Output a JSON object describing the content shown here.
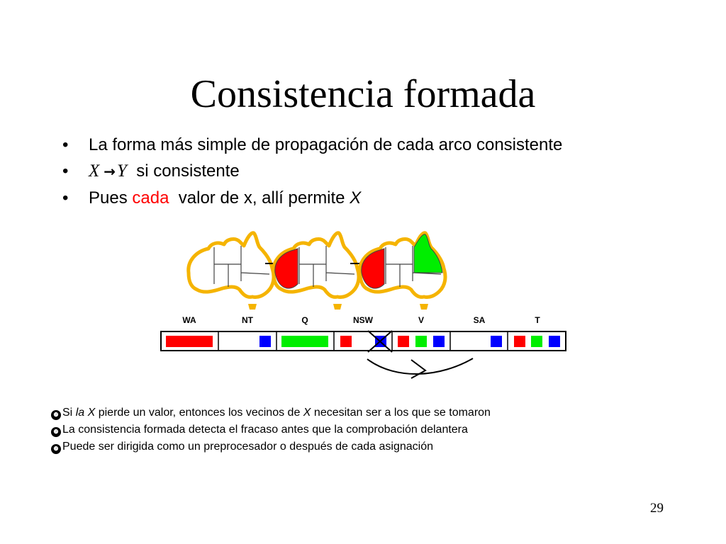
{
  "title": "Consistencia formada",
  "bullets": {
    "b1": "La forma más simple de propagación de cada arco consistente",
    "b2_x": "X",
    "b2_arrow": "→",
    "b2_y": "Y",
    "b2_rest": "si consistente",
    "b3_pre": "Pues",
    "b3_red": "cada",
    "b3_mid": "valor de x, allí permite",
    "b3_x": "X"
  },
  "diagram": {
    "variables": [
      "WA",
      "NT",
      "Q",
      "NSW",
      "V",
      "SA",
      "T"
    ],
    "colors": {
      "red": "#ff0000",
      "green": "#00ee00",
      "blue": "#0000ff",
      "map_outline": "#f5b400"
    },
    "domains": {
      "WA": [
        "red"
      ],
      "NT": [
        "blue"
      ],
      "Q": [
        "green"
      ],
      "NSW": [
        "red",
        "blue-crossed"
      ],
      "V": [
        "red",
        "green",
        "blue"
      ],
      "SA": [
        "blue"
      ],
      "T": [
        "red",
        "green",
        "blue"
      ]
    },
    "maps": [
      {
        "step": 1,
        "WA": "none",
        "Q": "none"
      },
      {
        "step": 2,
        "WA": "red",
        "Q": "none"
      },
      {
        "step": 3,
        "WA": "red",
        "Q": "green"
      }
    ]
  },
  "notes": {
    "mark": "❿",
    "n1_pre": "Si",
    "n1_it": "la X",
    "n1_mid": "pierde un valor, entonces los vecinos de",
    "n1_it2": "X",
    "n1_post": "necesitan ser a los que se  tomaron",
    "n2": "La consistencia formada detecta el fracaso antes que la comprobación delantera",
    "n3": "Puede ser dirigida como un preprocesador o después de cada asignación"
  },
  "page_number": "29"
}
